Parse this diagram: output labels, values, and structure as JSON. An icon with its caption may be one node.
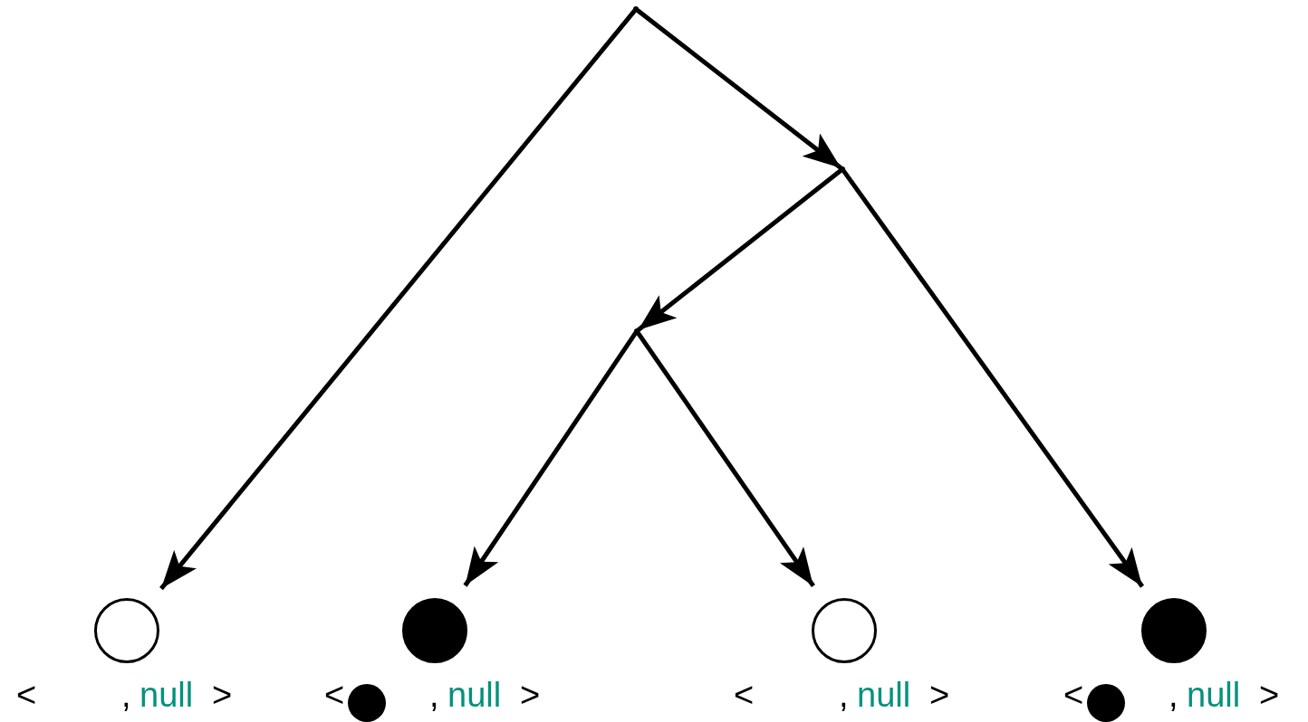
{
  "diagram": {
    "nodes": [
      {
        "text": [],
        "shape": "point"
      },
      {
        "text": [],
        "shape": "point"
      },
      {
        "text": [],
        "shape": "point"
      },
      {
        "text": [],
        "shape": "circle",
        "beside": [
          "<",
          ",",
          "null",
          ">"
        ]
      },
      {
        "text": [],
        "shape": "dot",
        "beside": [
          "<",
          ",",
          "null",
          ">"
        ]
      },
      {
        "text": [],
        "shape": "circle",
        "beside": [
          "<",
          ",",
          "null",
          ">"
        ]
      },
      {
        "text": [],
        "shape": "dot",
        "beside": [
          "<",
          ",",
          "null",
          ">"
        ]
      }
    ],
    "edges": [
      {
        "from": 0,
        "to": 3,
        "arrow": "to"
      },
      {
        "from": 0,
        "to": 1,
        "arrow": "to"
      },
      {
        "from": 1,
        "to": 2,
        "arrow": "to"
      },
      {
        "from": 1,
        "to": 6,
        "arrow": "to"
      },
      {
        "from": 2,
        "to": 4,
        "arrow": "to"
      },
      {
        "from": 2,
        "to": 5,
        "arrow": "to"
      }
    ]
  }
}
